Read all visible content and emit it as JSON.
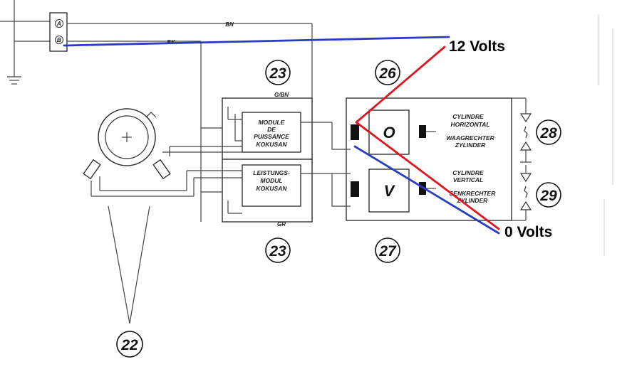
{
  "connector": {
    "pin_a": "A",
    "pin_b": "B"
  },
  "wires": {
    "bn": "BN",
    "bk": "BK",
    "gbn": "G/BN",
    "gr": "GR"
  },
  "modules": {
    "top": [
      "MODULE",
      "DE",
      "PUISSANCE",
      "KOKUSAN"
    ],
    "bottom": [
      "LEISTUNGS-",
      "MODUL",
      "KOKUSAN"
    ]
  },
  "coils": {
    "horizontal": "O",
    "vertical": "V"
  },
  "cylinders": {
    "horizontal": [
      "CYLINDRE",
      "HORIZONTAL",
      "WAAGRECHTER",
      "ZYLINDER"
    ],
    "vertical": [
      "CYLINDRE",
      "VERTICAL",
      "SENKRECHTER",
      "ZYLINDER"
    ]
  },
  "callouts": {
    "module_top": "23",
    "module_bottom": "23",
    "coil_horizontal": "26",
    "coil_vertical": "27",
    "pickups": "22",
    "plug_horizontal": "28",
    "plug_vertical": "29"
  },
  "annotations": {
    "positive": {
      "text": "12 Volts",
      "color": "#000000",
      "line_color": "#e0141e"
    },
    "ground": {
      "text": "0 Volts",
      "color": "#000000",
      "line_color": "#2a3cc4"
    }
  }
}
